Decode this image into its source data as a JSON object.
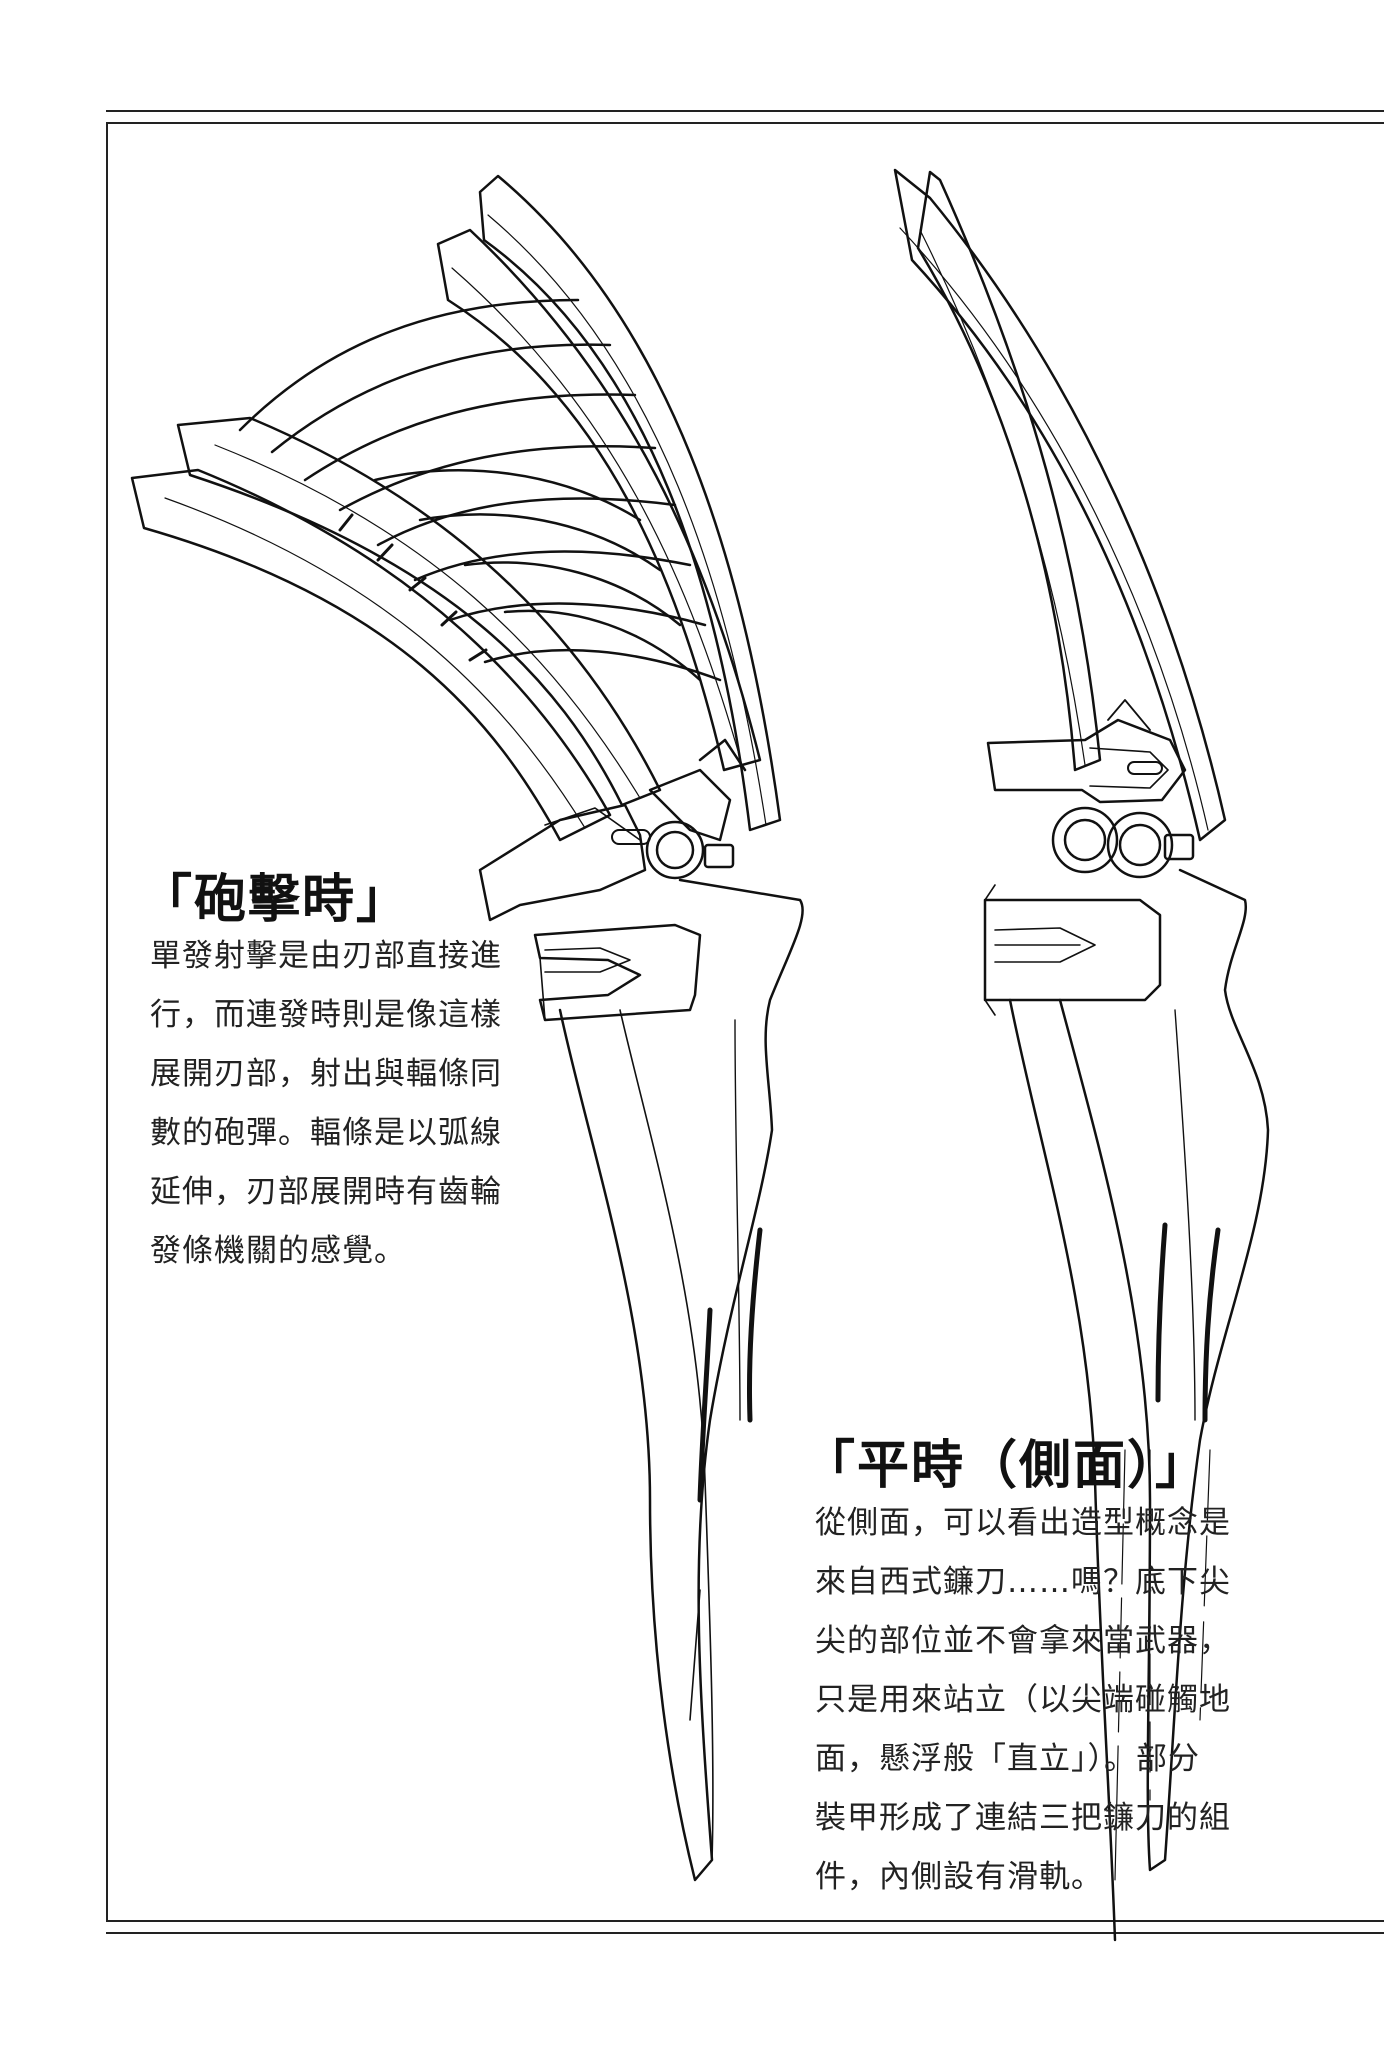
{
  "sections": [
    {
      "heading": "「砲擊時」",
      "lines": [
        "單發射擊是由刃部直接進",
        "行，而連發時則是像這樣",
        "展開刃部，射出與輻條同",
        "數的砲彈。輻條是以弧線",
        "延伸，刃部展開時有齒輪",
        "發條機關的感覺。"
      ]
    },
    {
      "heading": "「平時（側面）」",
      "lines": [
        "從側面，可以看出造型概念是",
        "來自西式鐮刀……嗎？底下尖",
        "尖的部位並不會拿來當武器，",
        "只是用來站立（以尖端碰觸地",
        "面，懸浮般「直立」）。部分",
        "裝甲形成了連結三把鐮刀的組",
        "件，內側設有滑軌。"
      ]
    }
  ]
}
